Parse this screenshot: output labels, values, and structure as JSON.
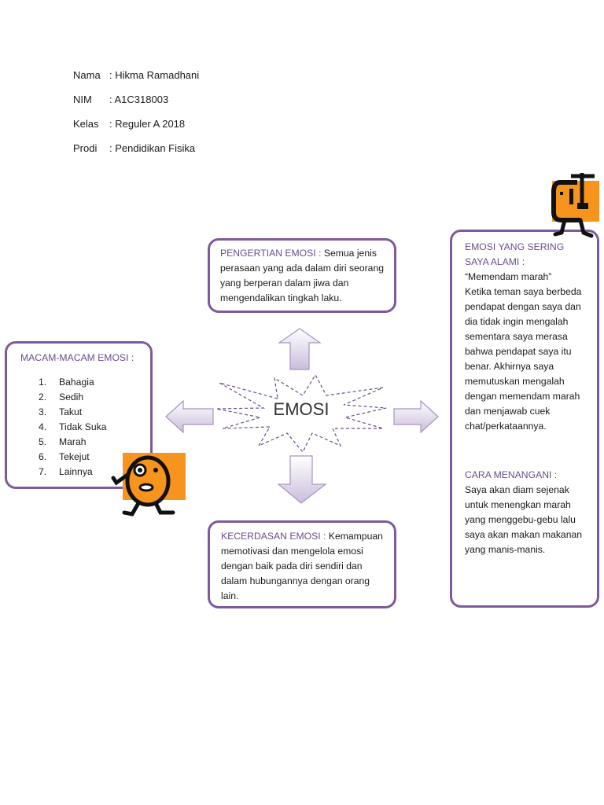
{
  "student_info": [
    {
      "label": "Nama",
      "value": ": Hikma Ramadhani"
    },
    {
      "label": "NIM",
      "value": ": A1C318003"
    },
    {
      "label": "Kelas",
      "value": ": Reguler A 2018"
    },
    {
      "label": "Prodi",
      "value": ": Pendidikan Fisika"
    }
  ],
  "center": {
    "label": "EMOSI"
  },
  "pengertian": {
    "title": "PENGERTIAN EMOSI :",
    "text": "Semua jenis perasaan yang ada dalam diri seorang yang berperan dalam jiwa dan mengendalikan tingkah laku."
  },
  "macam": {
    "title": "MACAM-MACAM EMOSI :",
    "items": [
      {
        "num": "1.",
        "label": "Bahagia"
      },
      {
        "num": "2.",
        "label": "Sedih"
      },
      {
        "num": "3.",
        "label": "Takut"
      },
      {
        "num": "4.",
        "label": "Tidak Suka"
      },
      {
        "num": "5.",
        "label": "Marah"
      },
      {
        "num": "6.",
        "label": "Tekejut"
      },
      {
        "num": "7.",
        "label": "Lainnya"
      }
    ]
  },
  "kecerdasan": {
    "title": "KECERDASAN EMOSI :",
    "text": "Kemampuan memotivasi dan mengelola emosi dengan baik pada diri sendiri dan dalam hubungannya dengan orang lain."
  },
  "sering": {
    "title": "EMOSI YANG SERING SAYA ALAMI :",
    "quote": "“Memendam marah”",
    "text": "Ketika teman saya berbeda pendapat dengan saya dan dia tidak ingin mengalah sementara saya merasa bahwa pendapat saya itu benar. Akhirnya saya memutuskan mengalah dengan memendam marah dan menjawab cuek chat/perkataannya."
  },
  "cara": {
    "title": "CARA MENANGANI :",
    "text": "Saya akan diam sejenak untuk menengkan marah yang menggebu-gebu lalu saya akan makan makanan yang manis-manis."
  },
  "colors": {
    "box_border": "#7d5a9a",
    "title_text": "#6a4e8c",
    "clipart_orange": "#f7941d",
    "arrow_fill": "#dcd2e8"
  },
  "icons": [
    "surprised-face-clipart-icon",
    "clamp-character-clipart-icon"
  ]
}
